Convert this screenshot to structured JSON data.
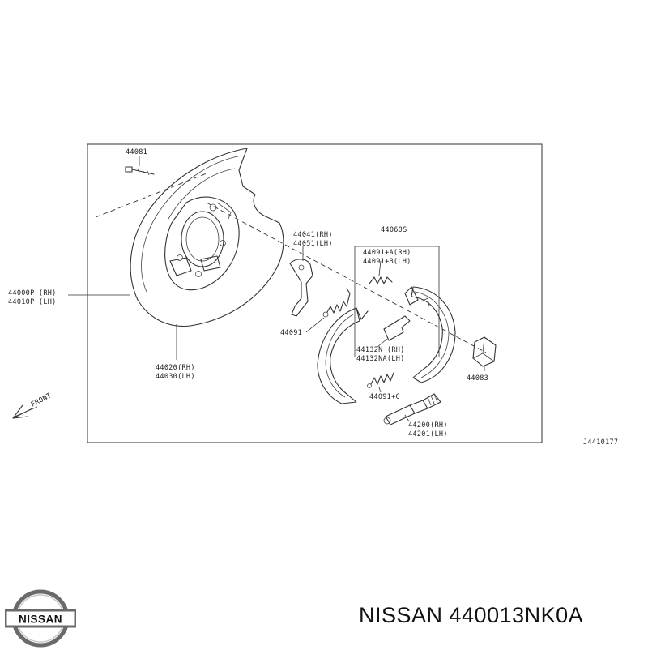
{
  "brand": "NISSAN",
  "caption": "NISSAN 440013NK0A",
  "diagram_code": "J4410177",
  "front_label": "FRONT",
  "parts": {
    "p44081": "44081",
    "p44000": "44000P (RH)",
    "p44010": "44010P (LH)",
    "p44020": "44020(RH)",
    "p44030": "44030(LH)",
    "p44041": "44041(RH)",
    "p44051": "44051(LH)",
    "p44091": "44091",
    "p44060": "44060S",
    "p44091a": "44091+A(RH)",
    "p44091b": "44091+B(LH)",
    "p44132n": "44132N  (RH)",
    "p44132na": "44132NA(LH)",
    "p44083": "44083",
    "p44091c": "44091+C",
    "p44200": "44200(RH)",
    "p44201": "44201(LH)"
  }
}
